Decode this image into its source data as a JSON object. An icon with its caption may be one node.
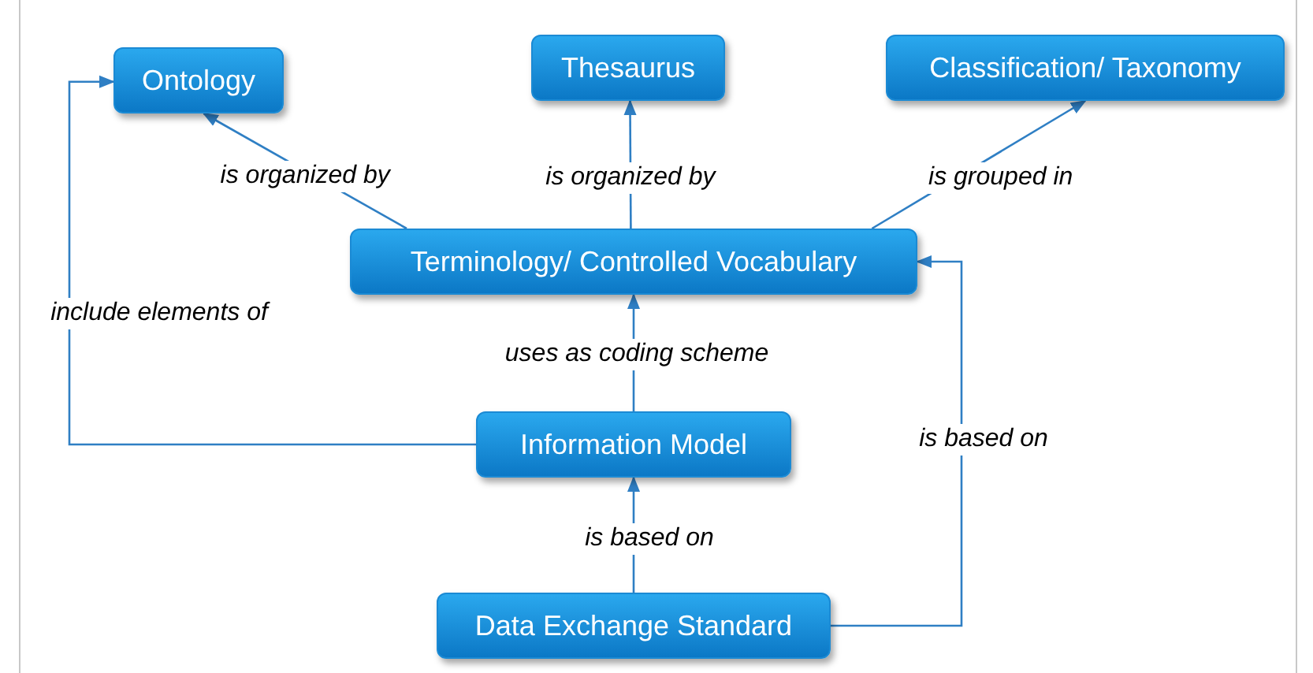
{
  "diagram": {
    "nodes": [
      {
        "text": [
          "Ontology"
        ]
      },
      {
        "text": [
          "Thesaurus"
        ]
      },
      {
        "text": [
          "Classification/ Taxonomy"
        ]
      },
      {
        "text": [
          "Terminology/ Controlled Vocabulary"
        ]
      },
      {
        "text": [
          "Information Model"
        ]
      },
      {
        "text": [
          "Data Exchange Standard"
        ]
      }
    ],
    "edges": [
      {
        "from": 3,
        "to": 0,
        "arrow": "to",
        "label": "is organized by"
      },
      {
        "from": 3,
        "to": 1,
        "arrow": "to",
        "label": "is organized by"
      },
      {
        "from": 3,
        "to": 2,
        "arrow": "to",
        "label": "is grouped in"
      },
      {
        "from": 4,
        "to": 3,
        "arrow": "to",
        "label": "uses as coding scheme"
      },
      {
        "from": 4,
        "to": 0,
        "arrow": "to",
        "label": "include elements of"
      },
      {
        "from": 5,
        "to": 4,
        "arrow": "to",
        "label": "is based on"
      },
      {
        "from": 5,
        "to": 3,
        "arrow": "to",
        "label": "is based on"
      }
    ]
  }
}
